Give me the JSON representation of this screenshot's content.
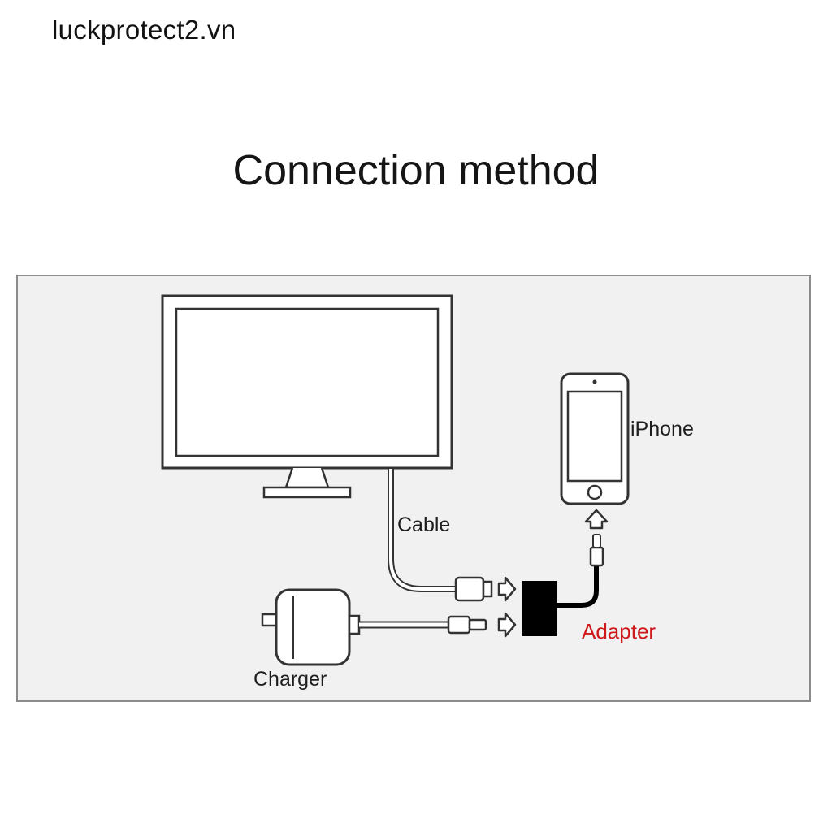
{
  "watermark": "luckprotect2.vn",
  "title": "Connection method",
  "labels": {
    "iphone": "iPhone",
    "cable": "Cable",
    "adapter": "Adapter",
    "charger": "Charger"
  },
  "colors": {
    "panel_bg": "#f1f1f1",
    "panel_border": "#8c8c8c",
    "outline": "#333333",
    "adapter_label": "#d0171a",
    "adapter_body": "#000000"
  },
  "icons": [
    "monitor-icon",
    "iphone-icon",
    "charger-icon",
    "adapter-icon",
    "arrow-icon",
    "plug-icon"
  ]
}
